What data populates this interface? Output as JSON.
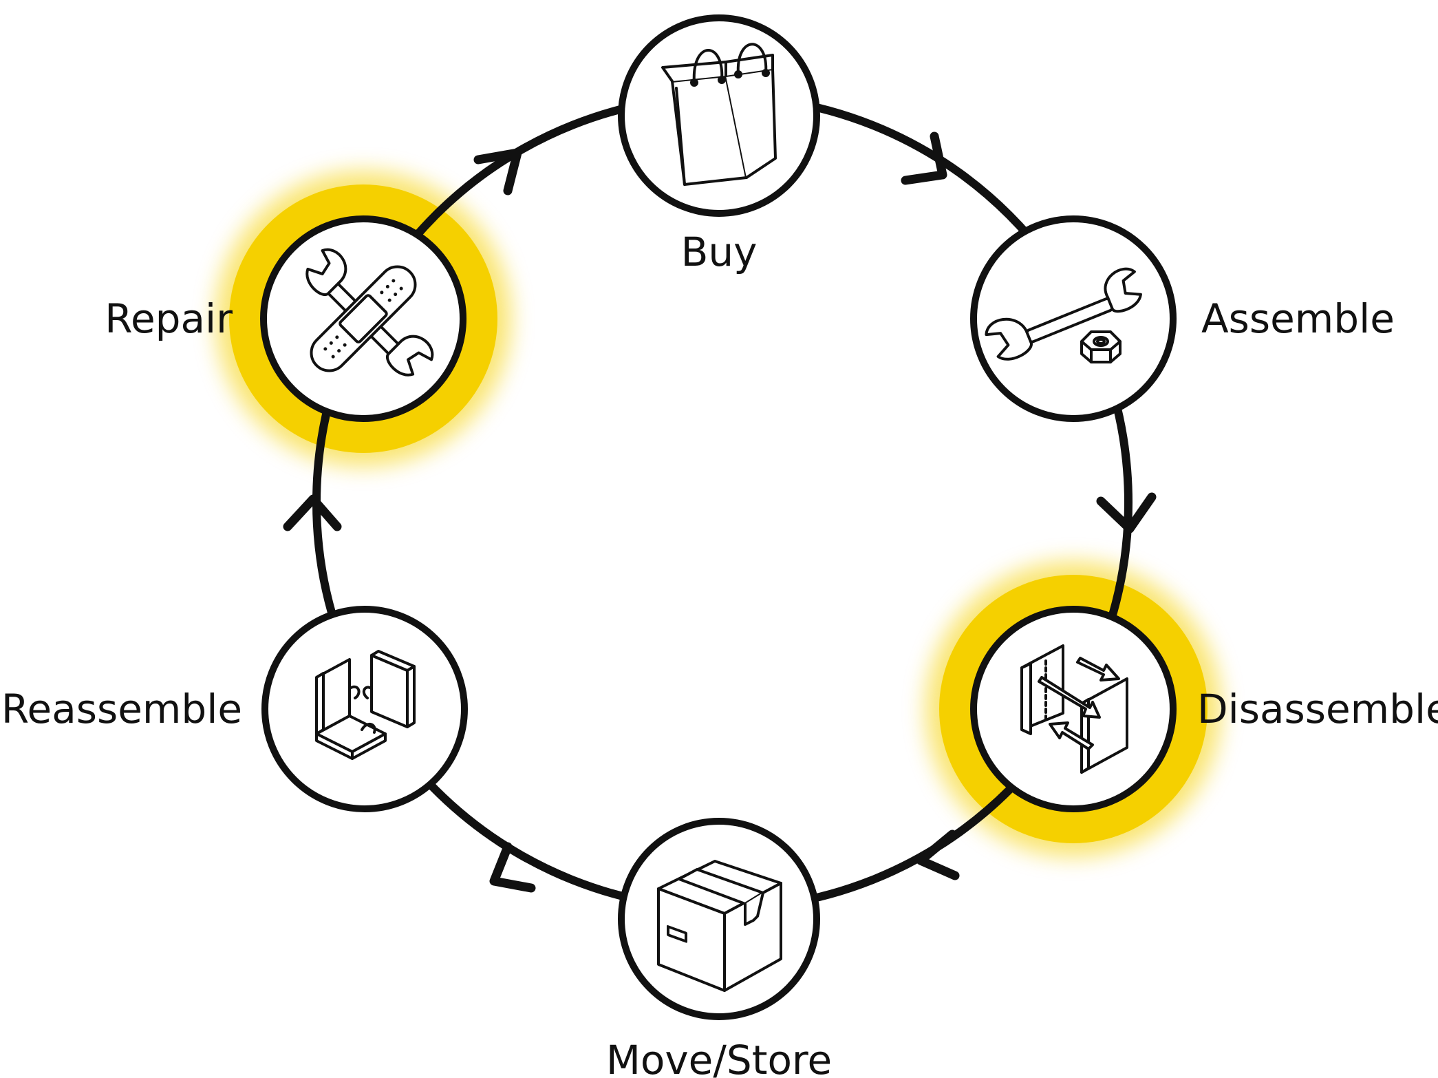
{
  "steps": [
    {
      "id": "buy",
      "label": "Buy",
      "icon": "shopping-bag-icon",
      "highlighted": false
    },
    {
      "id": "assemble",
      "label": "Assemble",
      "icon": "wrench-and-nut-icon",
      "highlighted": false
    },
    {
      "id": "disassemble",
      "label": "Disassemble",
      "icon": "separating-panels-icon",
      "highlighted": true
    },
    {
      "id": "move-store",
      "label": "Move/Store",
      "icon": "cardboard-box-icon",
      "highlighted": false
    },
    {
      "id": "reassemble",
      "label": "Reassemble",
      "icon": "puzzle-panels-icon",
      "highlighted": false
    },
    {
      "id": "repair",
      "label": "Repair",
      "icon": "wrench-and-bandage-icon",
      "highlighted": true
    }
  ],
  "flow_direction": "clockwise",
  "colors": {
    "highlight": "#F5D000",
    "stroke": "#111111",
    "node_fill": "#ffffff",
    "background": "#ffffff"
  }
}
